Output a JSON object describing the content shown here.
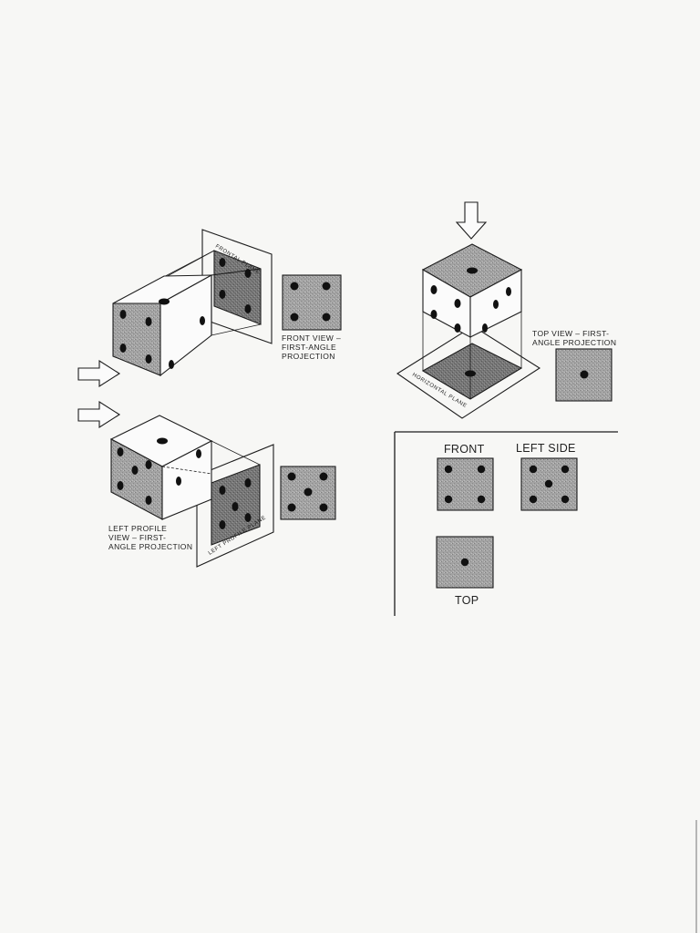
{
  "colors": {
    "paper": "#f7f7f5",
    "line": "#1d1d1d",
    "shaded_face": "#9a9a9a",
    "dark_face": "#6d6d6d",
    "view_fill": "#a9a9a9",
    "pip": "#111111"
  },
  "diagram": {
    "front_section": {
      "plane_label": "FRONTAL PLANE",
      "caption_lines": [
        "FRONT VIEW –",
        "FIRST-ANGLE",
        "PROJECTION"
      ],
      "view_pips": 4
    },
    "left_section": {
      "plane_label": "LEFT PROFILE PLANE",
      "caption_lines": [
        "LEFT PROFILE",
        "VIEW – FIRST-",
        "ANGLE PROJECTION"
      ],
      "view_pips": 5
    },
    "top_section": {
      "plane_label": "HORIZONTAL PLANE",
      "caption_lines": [
        "TOP VIEW – FIRST-",
        "ANGLE PROJECTION"
      ],
      "view_pips": 1
    },
    "summary": {
      "front_label": "FRONT",
      "left_label": "LEFT SIDE",
      "top_label": "TOP",
      "front_pips": 4,
      "left_pips": 5,
      "top_pips": 1
    }
  }
}
